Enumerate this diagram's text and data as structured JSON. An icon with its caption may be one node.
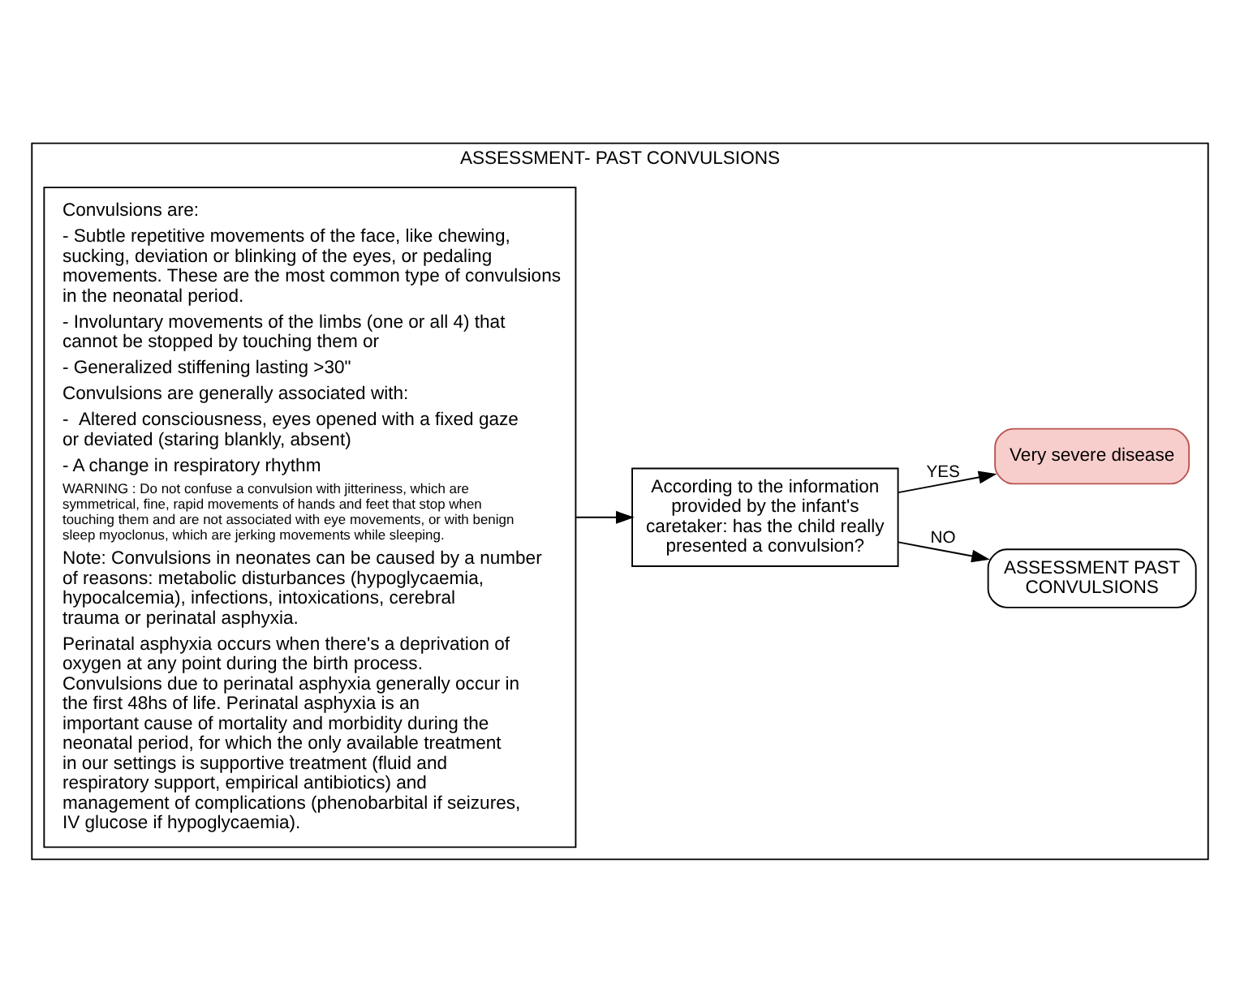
{
  "diagram": {
    "nodes": [
      {
        "text": [
          "ASSESSMENT- PAST CONVULSIONS"
        ]
      },
      {
        "text": [
          "Convulsions are:",
          "- Subtle repetitive movements of the face, like chewing, sucking, deviation or blinking of the eyes, or pedaling movements. These are the most common type of convulsions in the neonatal period.",
          "- Involuntary movements of the limbs (one or all 4) that cannot be stopped by touching them or",
          "- Generalized stiffening lasting >30\"",
          "Convulsions are generally associated with:",
          "-  Altered consciousness, eyes opened with a fixed gaze or deviated (staring blankly, absent)",
          "- A change in respiratory rhythm",
          "WARNING : Do not confuse a convulsion with jitteriness, which are symmetrical, fine, rapid movements of hands and feet that stop when touching them and are not associated with eye movements, or with benign sleep myoclonus, which are jerking movements while sleeping.",
          "Note: Convulsions in neonates can be caused by a number of reasons: metabolic disturbances (hypoglycaemia, hypocalcemia), infections, intoxications, cerebral trauma or perinatal asphyxia.",
          "Perinatal asphyxia occurs when there's a deprivation of oxygen at any point during the birth process. Convulsions due to perinatal asphyxia generally occur in the first 48hs of life. Perinatal asphyxia is an important cause of mortality and morbidity during the neonatal period, for which the only available treatment in our settings is supportive treatment (fluid and respiratory support, empirical antibiotics) and management of complications (phenobarbital if seizures, IV glucose if hypoglycaemia)."
        ],
        "in": 0
      },
      {
        "text": [
          "According to the information provided by the infant's caretaker: has the child really presented a convulsion?"
        ],
        "in": 0
      },
      {
        "text": [
          "ASSESSMENT PAST CONVULSIONS"
        ],
        "in": 0
      },
      {
        "text": [
          "Very severe disease"
        ],
        "in": 0
      }
    ],
    "edges": [
      {
        "from": 1,
        "to": 2,
        "arrow": "to"
      },
      {
        "from": 2,
        "to": 4,
        "arrow": "to",
        "label": "YES"
      },
      {
        "from": 2,
        "to": 3,
        "arrow": "to",
        "label": "NO"
      }
    ]
  }
}
